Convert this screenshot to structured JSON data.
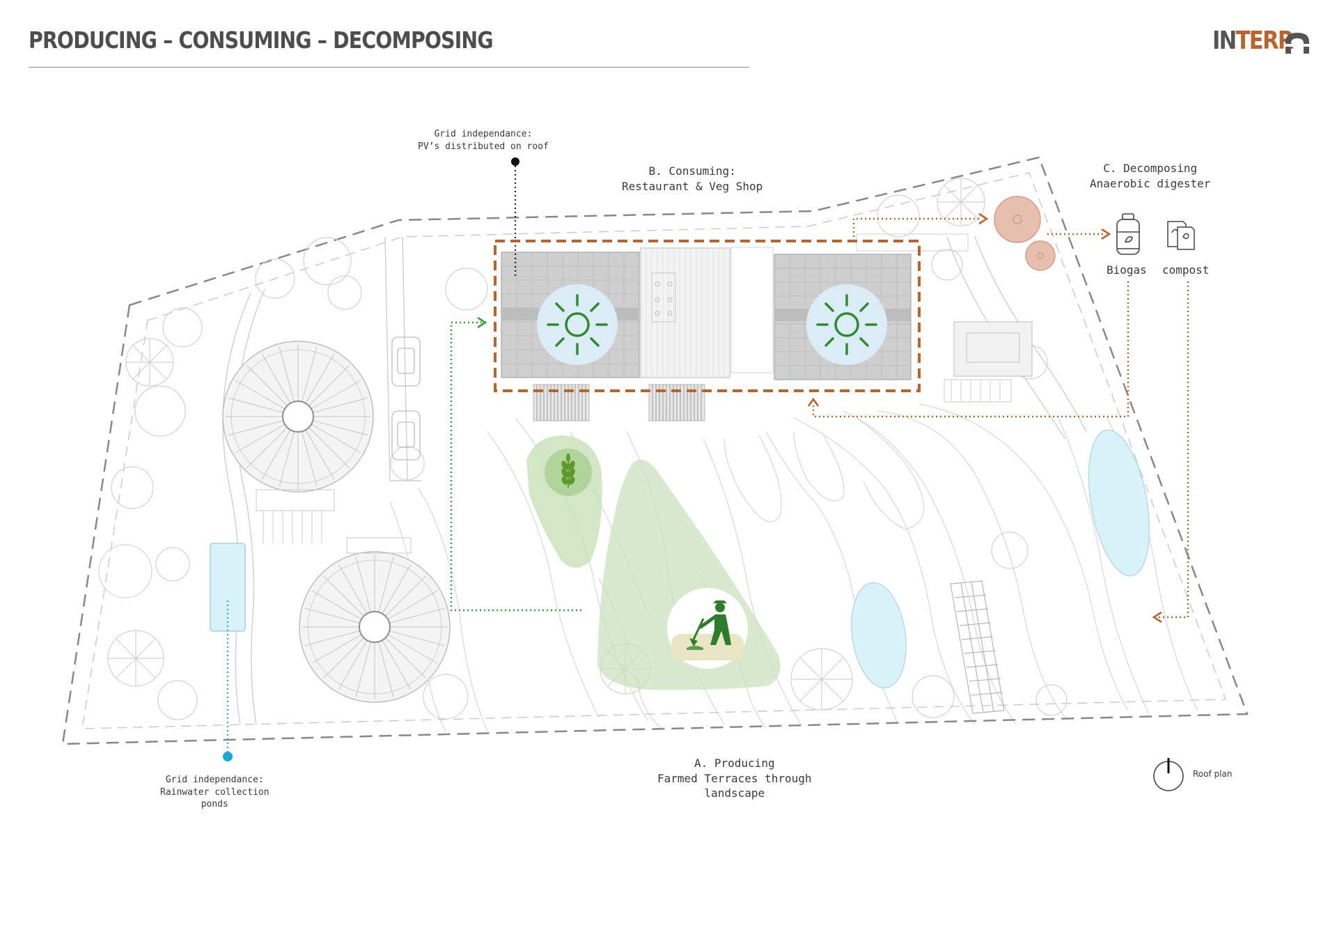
{
  "header": {
    "title": "PRODUCING – CONSUMING – DECOMPOSING",
    "logo": {
      "part1": "IN",
      "part2": "TERR"
    }
  },
  "annotations": {
    "pv_note": {
      "line1": "Grid independance:",
      "line2": "PV’s distributed on roof"
    },
    "consuming": {
      "line1": "B. Consuming:",
      "line2": "Restaurant & Veg Shop"
    },
    "decomposing": {
      "line1": "C. Decomposing",
      "line2": "Anaerobic digester"
    },
    "rain_note": {
      "line1": "Grid independance:",
      "line2": "Rainwater collection",
      "line3": "ponds"
    },
    "producing": {
      "line1": "A. Producing",
      "line2": "Farmed Terraces through",
      "line3": "landscape"
    },
    "biogas": "Biogas",
    "compost": "compost",
    "roof_plan": "Roof plan"
  },
  "colors": {
    "accent": "#b8642d",
    "solar": "#2e8b2e",
    "water": "#1aa7d6",
    "terrace_green": "#c8e0b8",
    "pond": "#d9f4f8",
    "digester": "#e3b4a0"
  },
  "icons": [
    "sun-icon",
    "wheat-icon",
    "farmer-icon",
    "gas-cylinder-icon",
    "compost-bags-icon",
    "north-arrow-icon"
  ]
}
